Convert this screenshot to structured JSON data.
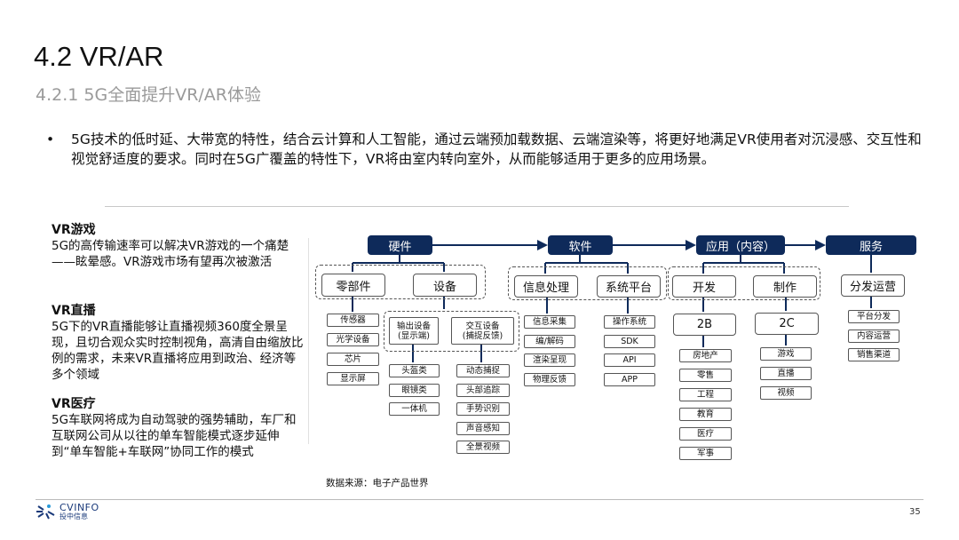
{
  "header": {
    "title": "4.2 VR/AR",
    "subtitle": "4.2.1 5G全面提升VR/AR体验"
  },
  "bullet": {
    "marker": "•",
    "text": "5G技术的低时延、大带宽的特性，结合云计算和人工智能，通过云端预加载数据、云端渲染等，将更好地满足VR使用者对沉浸感、交互性和视觉舒适度的要求。同时在5G广覆盖的特性下，VR将由室内转向室外，从而能够适用于更多的应用场景。"
  },
  "sections": [
    {
      "heading": "VR游戏",
      "body": "5G的高传输速率可以解决VR游戏的一个痛楚——眩晕感。VR游戏市场有望再次被激活"
    },
    {
      "heading": "VR直播",
      "body": "5G下的VR直播能够让直播视频360度全景呈现，且切合观众实时控制视角，高清自由缩放比例的需求，未来VR直播将应用到政治、经济等多个领域"
    },
    {
      "heading": "VR医疗",
      "body": "5G车联网将成为自动驾驶的强势辅助，车厂和互联网公司从以往的单车智能模式逐步延伸到“单车智能+车联网”协同工作的模式"
    }
  ],
  "diagram": {
    "top": [
      "硬件",
      "软件",
      "应用（内容）",
      "服务"
    ],
    "hardware": {
      "parts": "零部件",
      "device": "设备",
      "parts_items": [
        "传感器",
        "光学设备",
        "芯片",
        "显示屏"
      ],
      "output": "输出设备\n(显示端)",
      "interactive": "交互设备\n(捕捉反馈)",
      "output_items": [
        "头盔类",
        "眼镜类",
        "一体机"
      ],
      "interactive_items": [
        "动态捕捉",
        "头部追踪",
        "手势识别",
        "声音感知",
        "全景视频"
      ]
    },
    "software": {
      "info": "信息处理",
      "platform": "系统平台",
      "info_items": [
        "信息采集",
        "编/解码",
        "渲染呈现",
        "物理反馈"
      ],
      "platform_items": [
        "操作系统",
        "SDK",
        "API",
        "APP"
      ]
    },
    "application": {
      "dev": "开发",
      "make": "制作",
      "b": "2B",
      "c": "2C",
      "b_items": [
        "房地产",
        "零售",
        "工程",
        "教育",
        "医疗",
        "军事"
      ],
      "c_items": [
        "游戏",
        "直播",
        "视频"
      ]
    },
    "service": {
      "dist": "分发运营",
      "items": [
        "平台分发",
        "内容运营",
        "销售渠道"
      ]
    }
  },
  "source": "数据来源：电子产品世界",
  "footer": {
    "logo_en": "CVINFO",
    "logo_cn": "投中信息",
    "page": "35"
  }
}
